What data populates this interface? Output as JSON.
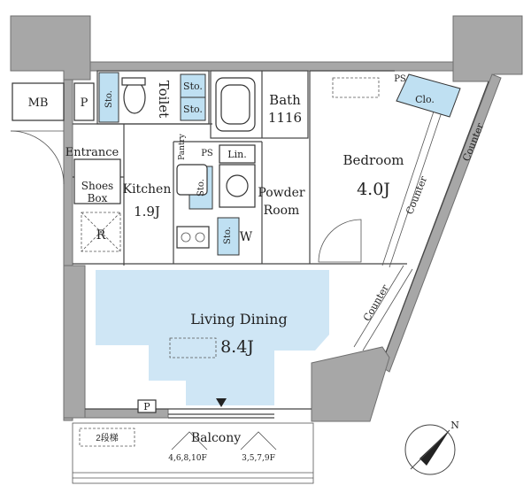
{
  "colors": {
    "wall": "#a7a7a7",
    "floor_highlight": "#cfe6f5",
    "storage_highlight": "#bfe0f2",
    "line": "#444444"
  },
  "labels": {
    "mb": "MB",
    "p_top": "P",
    "sto_toilet_left": "Sto.",
    "toilet": "Toilet",
    "sto_toilet_right_1": "Sto.",
    "sto_toilet_right_2": "Sto.",
    "bath": "Bath",
    "bath_size": "1116",
    "ps_top": "PS",
    "clo": "Clo.",
    "entrance": "Entrance",
    "pantry": "Pantry",
    "ps_mid": "PS",
    "lin": "Lin.",
    "shoes_box_1": "Shoes",
    "shoes_box_2": "Box",
    "kitchen": "Kitchen",
    "kitchen_size": "1.9J",
    "sto_kitchen": "Sto.",
    "powder_room_1": "Powder",
    "powder_room_2": "Room",
    "bedroom": "Bedroom",
    "bedroom_size": "4.0J",
    "counter_top": "Counter",
    "counter_mid": "Counter",
    "counter_low": "Counter",
    "r": "R",
    "sto_w": "Sto.",
    "w": "W",
    "living_dining": "Living Dining",
    "living_size": "8.4J",
    "p_bottom": "P",
    "balcony": "Balcony",
    "balcony_note": "2段梯",
    "floors_left": "4,6,8,10F",
    "floors_right": "3,5,7,9F",
    "north": "N"
  }
}
